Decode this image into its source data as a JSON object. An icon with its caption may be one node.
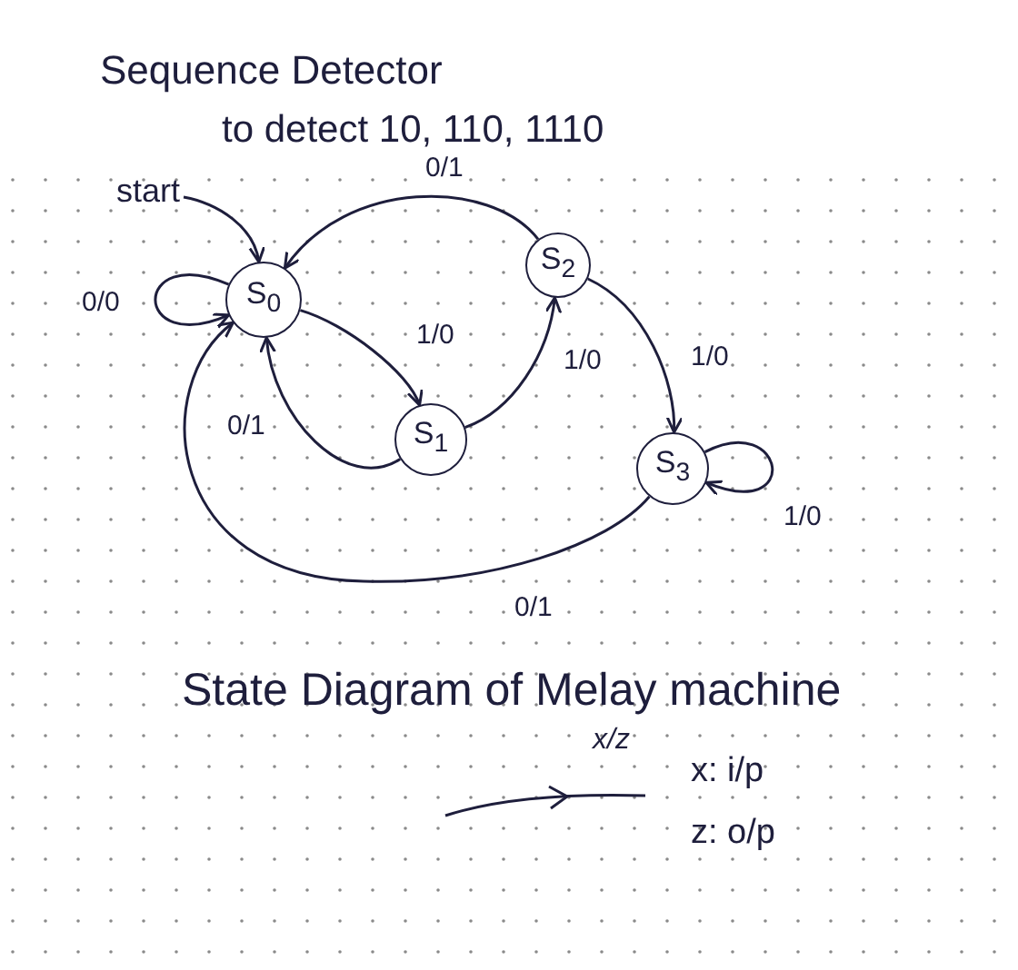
{
  "diagram": {
    "title": "Sequence Detector",
    "caption": "State Diagram of Melay machine",
    "nodes": [
      {
        "text": [
          "start"
        ]
      },
      {
        "text": [
          "S$_{0}$"
        ]
      },
      {
        "text": [
          "S$_{1}$"
        ]
      },
      {
        "text": [
          "S$_{2}$"
        ]
      },
      {
        "text": [
          "S$_{3}$"
        ]
      }
    ],
    "edges": [
      {
        "from": 0,
        "to": 1,
        "arrow": "to"
      },
      {
        "from": 1,
        "to": 1,
        "label": "0/0",
        "arrow": "to"
      },
      {
        "from": 1,
        "to": 2,
        "label": "1/0",
        "arrow": "to"
      },
      {
        "from": 2,
        "to": 1,
        "label": "0/1",
        "arrow": "to"
      },
      {
        "from": 2,
        "to": 3,
        "label": "1/0",
        "arrow": "to"
      },
      {
        "from": 3,
        "to": 1,
        "label": "0/1",
        "arrow": "to"
      },
      {
        "from": 3,
        "to": 4,
        "label": "1/0",
        "arrow": "to"
      },
      {
        "from": 4,
        "to": 4,
        "label": "1/0",
        "arrow": "to"
      },
      {
        "from": 4,
        "to": 1,
        "label": "0/1",
        "arrow": "to"
      }
    ],
    "labels": [
      "to detect 10, 110, 1110",
      "x/z",
      "x: i/p",
      "z: o/p"
    ]
  }
}
